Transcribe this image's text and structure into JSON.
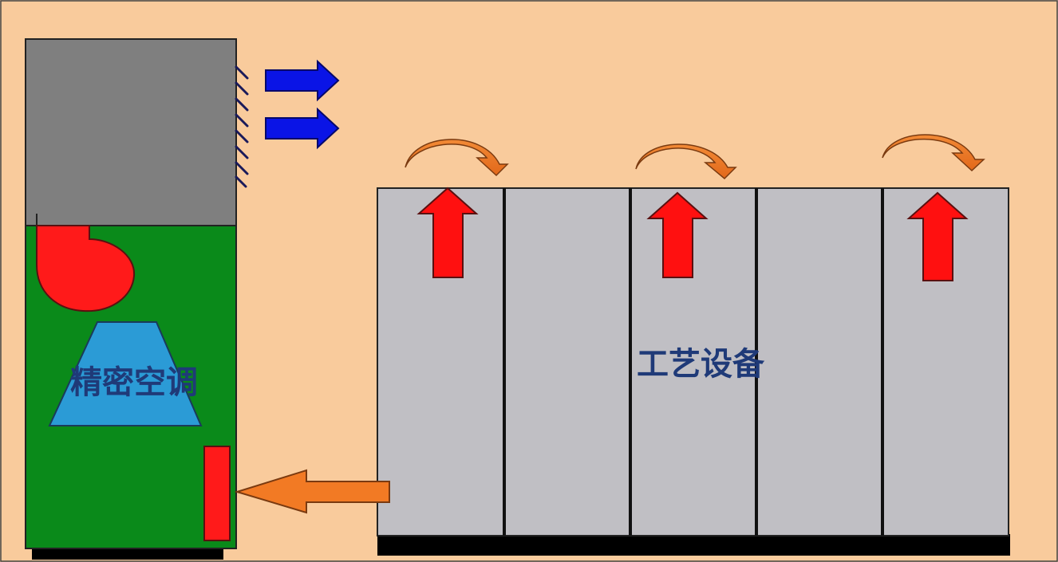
{
  "labels": {
    "ac_unit": "精密空调",
    "equipment": "工艺设备"
  },
  "colors": {
    "background": "#f9cb9c",
    "ac_upper": "#7f7f7f",
    "ac_lower": "#0a8a1a",
    "fan": "#ff1a1a",
    "coil": "#2b9bd6",
    "supply_arrow": "#0a14e6",
    "hot_air_arrow": "#ff1010",
    "return_arrow": "#f27a24",
    "cabinet": "#c0bfc4",
    "base": "#000000"
  },
  "icons": {
    "fan": "fan-blower-icon",
    "coil": "cooling-coil-icon",
    "filter": "air-filter-icon",
    "louver": "louver-grille-icon"
  },
  "cabinet_count": 5
}
